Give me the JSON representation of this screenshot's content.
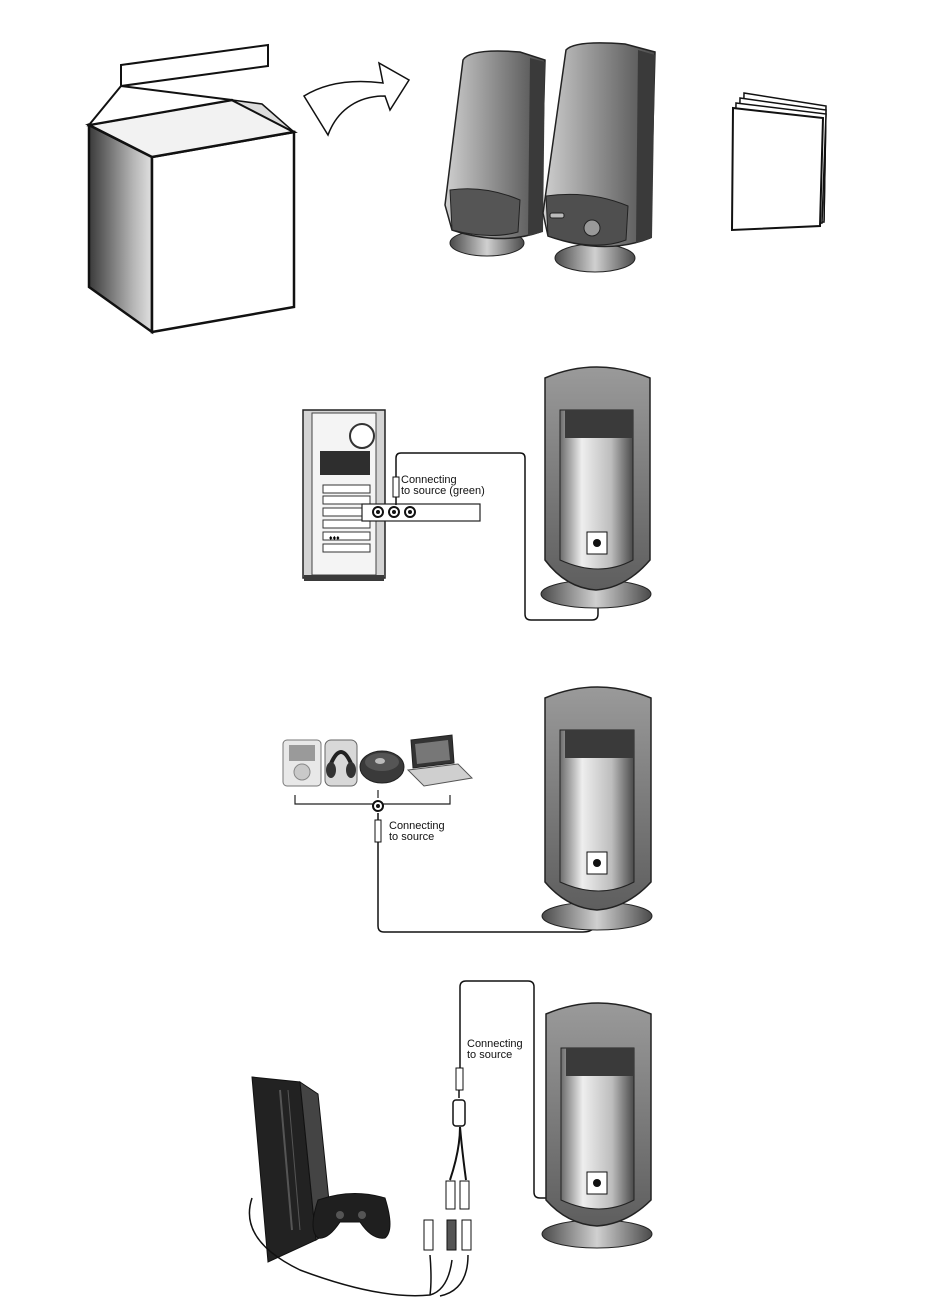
{
  "panels": [
    {
      "label_line1": "",
      "label_line2": ""
    },
    {
      "label_line1": "Connecting",
      "label_line2": "to source (green)"
    },
    {
      "label_line1": "Connecting",
      "label_line2": "to source"
    },
    {
      "label_line1": "Connecting",
      "label_line2": "to source"
    }
  ],
  "colors": {
    "line": "#1a1a1a",
    "dark": "#2b2b2b",
    "mid": "#8a8a8a",
    "light": "#e6e6e6"
  },
  "icons": [
    "box-icon",
    "arrow-icon",
    "speaker-icon",
    "manual-icon",
    "pc-tower-icon",
    "mp3-player-icon",
    "headphones-icon",
    "cd-player-icon",
    "laptop-icon",
    "game-console-icon",
    "gamepad-icon",
    "audio-jack-icon",
    "rca-plug-icon"
  ]
}
